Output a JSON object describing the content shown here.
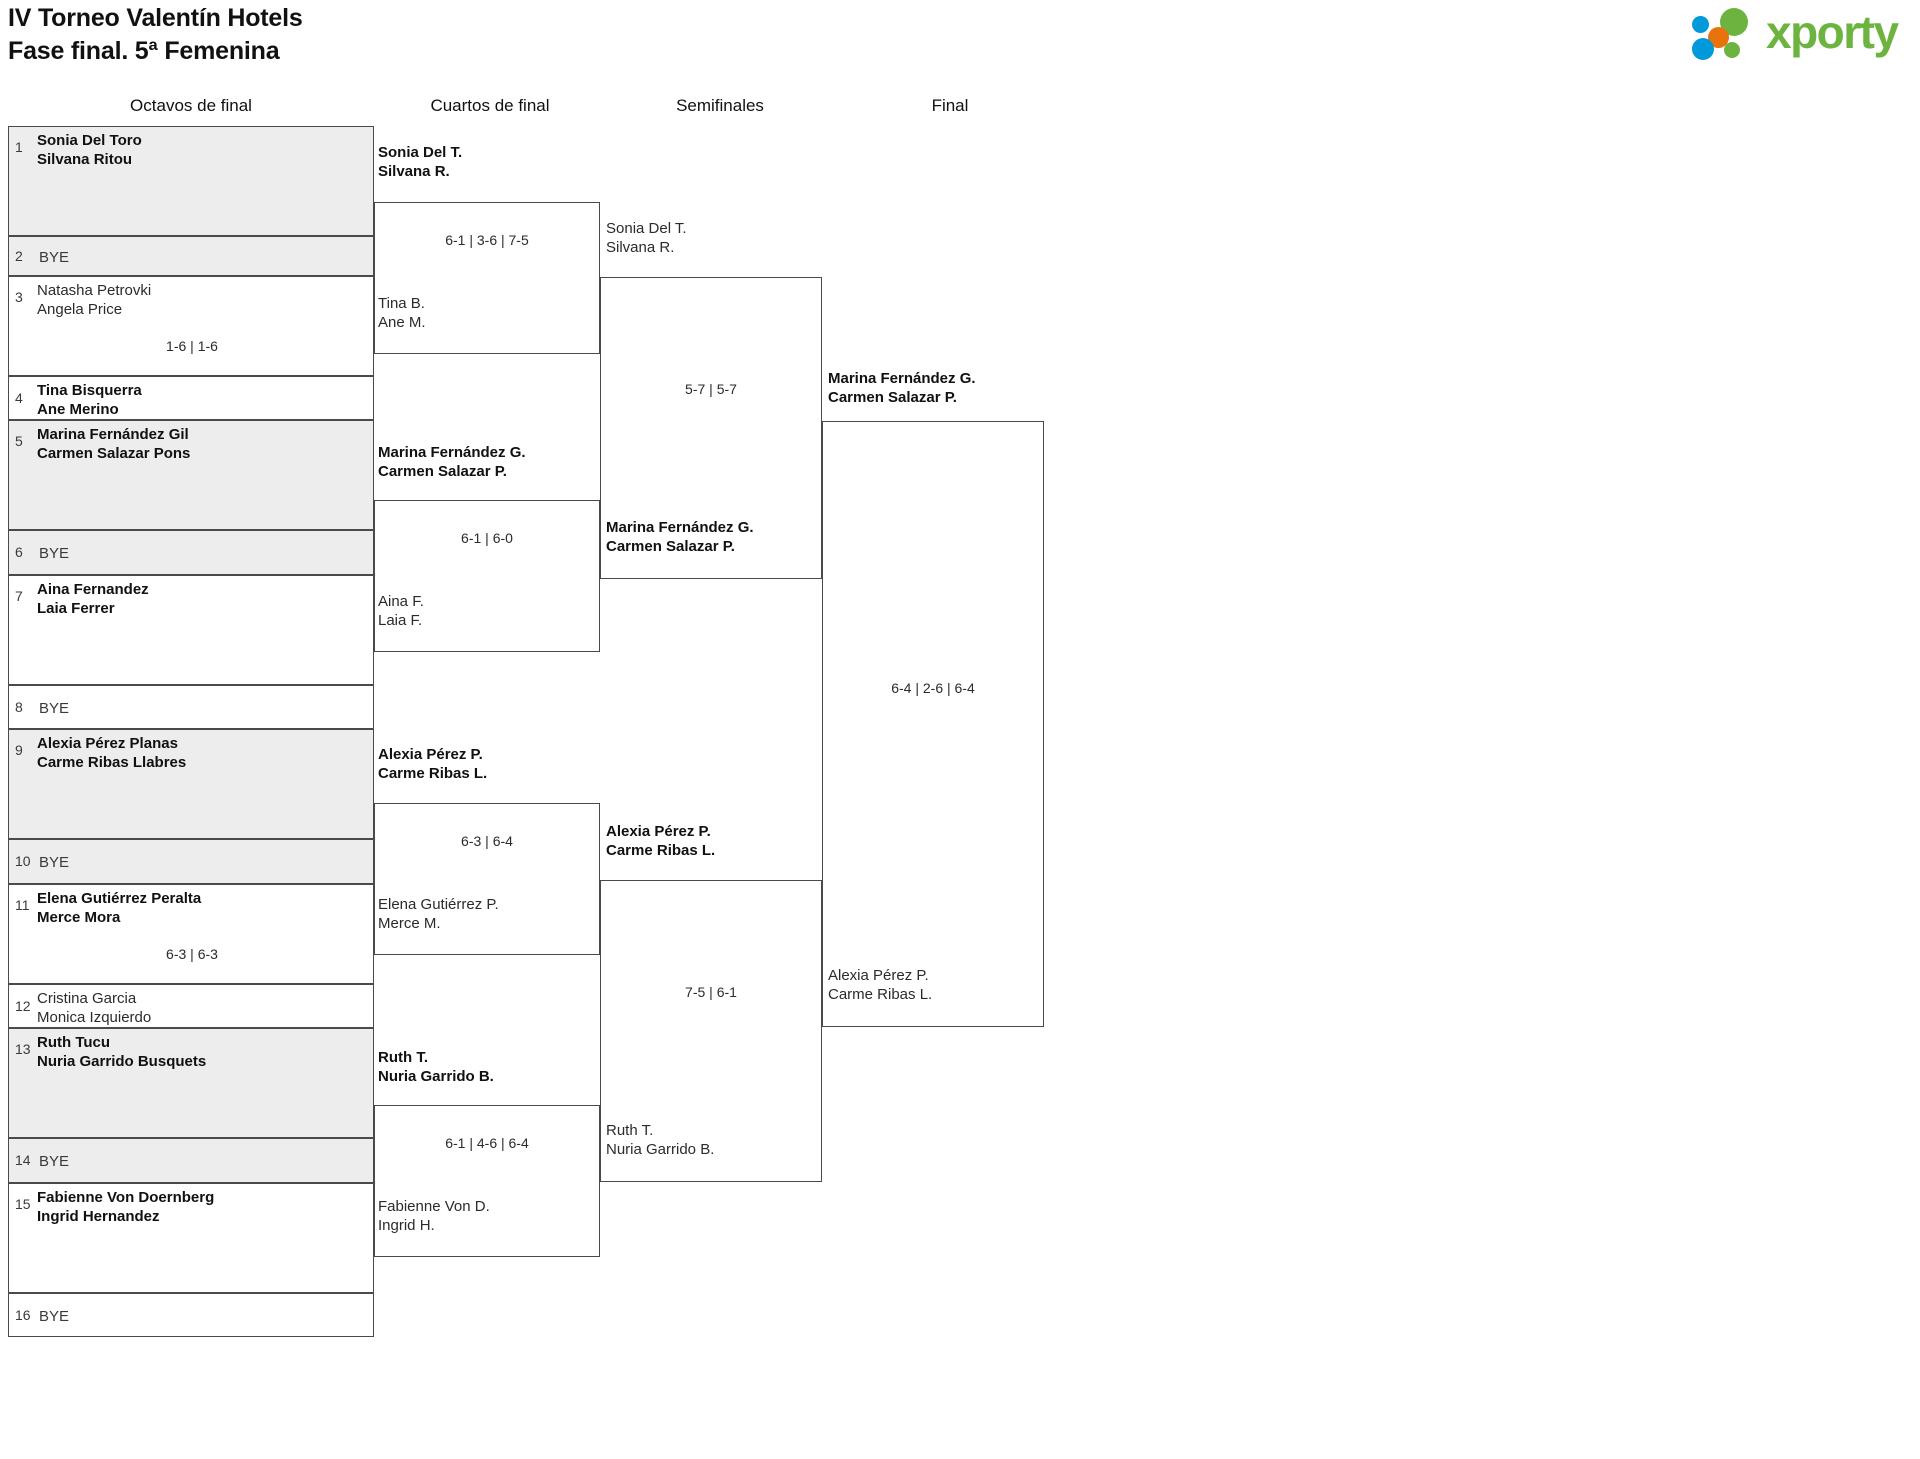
{
  "header": {
    "title_line1": "IV Torneo Valentín Hotels",
    "title_line2": "Fase final. 5ª Femenina",
    "logo_text": "xporty",
    "logo_colors": {
      "green": "#6cb33f",
      "blue": "#0099da",
      "orange": "#e8730c"
    }
  },
  "rounds": [
    {
      "key": "r1",
      "label": "Octavos de final"
    },
    {
      "key": "r2",
      "label": "Cuartos de final"
    },
    {
      "key": "r3",
      "label": "Semifinales"
    },
    {
      "key": "r4",
      "label": "Final"
    }
  ],
  "bye_label": "BYE",
  "round1": [
    {
      "seed": "1",
      "p1": "Sonia Del Toro",
      "p2": "Silvana Ritou",
      "winner": true,
      "shaded": true,
      "bye": false
    },
    {
      "seed": "2",
      "bye": true,
      "winner": false,
      "shaded": true
    },
    {
      "seed": "3",
      "p1": "Natasha Petrovki",
      "p2": "Angela Price",
      "winner": false,
      "shaded": false,
      "bye": false
    },
    {
      "seed": "4",
      "p1": "Tina Bisquerra",
      "p2": "Ane Merino",
      "winner": true,
      "shaded": false,
      "bye": false
    },
    {
      "seed": "5",
      "p1": "Marina Fernández Gil",
      "p2": "Carmen Salazar Pons",
      "winner": true,
      "shaded": true,
      "bye": false
    },
    {
      "seed": "6",
      "bye": true,
      "winner": false,
      "shaded": true
    },
    {
      "seed": "7",
      "p1": "Aina Fernandez",
      "p2": "Laia Ferrer",
      "winner": true,
      "shaded": false,
      "bye": false
    },
    {
      "seed": "8",
      "bye": true,
      "winner": false,
      "shaded": false
    },
    {
      "seed": "9",
      "p1": "Alexia Pérez Planas",
      "p2": "Carme Ribas Llabres",
      "winner": true,
      "shaded": true,
      "bye": false
    },
    {
      "seed": "10",
      "bye": true,
      "winner": false,
      "shaded": true
    },
    {
      "seed": "11",
      "p1": "Elena Gutiérrez Peralta",
      "p2": "Merce Mora",
      "winner": true,
      "shaded": false,
      "bye": false
    },
    {
      "seed": "12",
      "p1": "Cristina Garcia",
      "p2": "Monica Izquierdo",
      "winner": false,
      "shaded": false,
      "bye": false
    },
    {
      "seed": "13",
      "p1": "Ruth Tucu",
      "p2": "Nuria Garrido Busquets",
      "winner": true,
      "shaded": true,
      "bye": false
    },
    {
      "seed": "14",
      "bye": true,
      "winner": false,
      "shaded": true
    },
    {
      "seed": "15",
      "p1": "Fabienne Von Doernberg",
      "p2": "Ingrid Hernandez",
      "winner": true,
      "shaded": false,
      "bye": false
    },
    {
      "seed": "16",
      "bye": true,
      "winner": false,
      "shaded": false
    }
  ],
  "round1_scores": [
    {
      "match": 2,
      "score": "1-6 | 1-6"
    },
    {
      "match": 6,
      "score": "6-3 | 6-3"
    }
  ],
  "round2": [
    {
      "p1": "Sonia Del T.",
      "p2": "Silvana R.",
      "winner": true
    },
    {
      "p1": "Tina B.",
      "p2": "Ane M.",
      "winner": false
    },
    {
      "p1": "Marina Fernández G.",
      "p2": "Carmen Salazar P.",
      "winner": true
    },
    {
      "p1": "Aina F.",
      "p2": "Laia F.",
      "winner": false
    },
    {
      "p1": "Alexia Pérez P.",
      "p2": "Carme Ribas L.",
      "winner": true
    },
    {
      "p1": "Elena Gutiérrez P.",
      "p2": "Merce M.",
      "winner": false
    },
    {
      "p1": "Ruth T.",
      "p2": "Nuria Garrido B.",
      "winner": true
    },
    {
      "p1": "Fabienne Von D.",
      "p2": "Ingrid H.",
      "winner": false
    }
  ],
  "round2_scores": [
    "6-1 | 3-6 | 7-5",
    "6-1 | 6-0",
    "6-3 | 6-4",
    "6-1 | 4-6 | 6-4"
  ],
  "round3": [
    {
      "p1": "Sonia Del T.",
      "p2": "Silvana R.",
      "winner": false
    },
    {
      "p1": "Marina Fernández G.",
      "p2": "Carmen Salazar P.",
      "winner": true
    },
    {
      "p1": "Alexia Pérez P.",
      "p2": "Carme Ribas L.",
      "winner": true
    },
    {
      "p1": "Ruth T.",
      "p2": "Nuria Garrido B.",
      "winner": false
    }
  ],
  "round3_scores": [
    "5-7 | 5-7",
    "7-5 | 6-1"
  ],
  "round4": [
    {
      "p1": "Marina Fernández G.",
      "p2": "Carmen Salazar P.",
      "winner": true
    },
    {
      "p1": "Alexia Pérez P.",
      "p2": "Carme Ribas L.",
      "winner": false
    }
  ],
  "round4_scores": [
    "6-4 | 2-6 | 6-4"
  ]
}
